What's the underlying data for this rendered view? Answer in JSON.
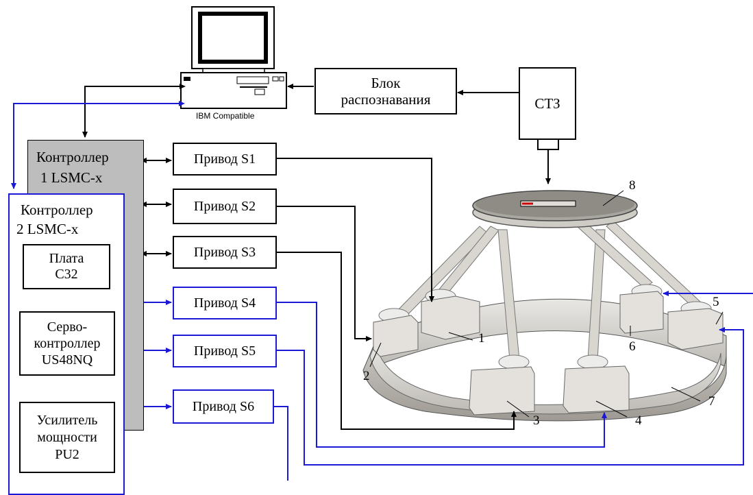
{
  "computer": {
    "caption": "IBM Compatible"
  },
  "recognition_block": "Блок\nраспознавания",
  "vision_system": "СТЗ",
  "controller1": {
    "line1": "Контроллер",
    "line2": "1  LSMC-x"
  },
  "controller2": {
    "line1": "Контроллер",
    "line2": "2   LSMC-x"
  },
  "board": "Плата\nC32",
  "servo": "Серво-\nконтроллер\nUS48NQ",
  "amplifier": "Усилитель\nмощности\nPU2",
  "drives": [
    "Привод S1",
    "Привод S2",
    "Привод S3",
    "Привод S4",
    "Привод S5",
    "Привод S6"
  ],
  "platform_labels": [
    "1",
    "2",
    "3",
    "4",
    "5",
    "6",
    "7",
    "8"
  ],
  "colors": {
    "blue_link": "#1a1ad6",
    "black_link": "#000000",
    "controller_fill": "#bdbdbd"
  }
}
